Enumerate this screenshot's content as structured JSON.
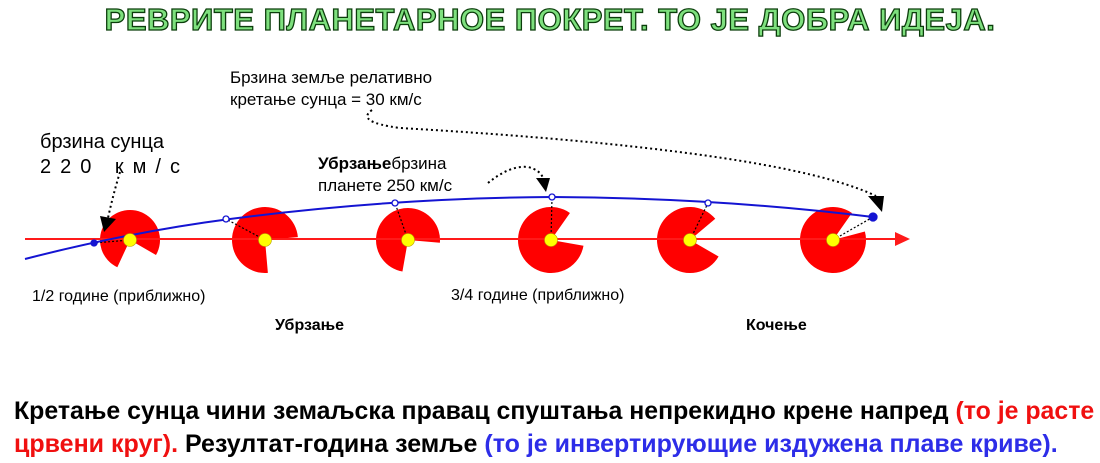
{
  "title": "РЕВРИТЕ ПЛАНЕТАРНОЕ ПОКРЕТ. ТО ЈЕ ДОБРА ИДЕЈА.",
  "labels": {
    "sun_speed_line1": "брзина сунца",
    "sun_speed_line2": "220 км/с",
    "earth_relative_line1": "Брзина земље релативно",
    "earth_relative_line2": "кретање сунца = 30 км/с",
    "planet_speed_bold": "Убрзање",
    "planet_speed_rest": "брзина",
    "planet_speed_line2": "планете 250 км/с",
    "half_year": "1/2 године (приближно)",
    "three_quarter_year": "3/4 године (приближно)",
    "acceleration": "Убрзање",
    "braking": "Кочење"
  },
  "caption": {
    "line1_black": "Кретање сунца чини земаљска правац спуштања непрекидно крене напред ",
    "line1_red": "(то је расте",
    "line2_red": "црвени круг).",
    "line2_black": " Резултат-година земље ",
    "line2_blue": "(то је инвертирующие издужена плаве криве)."
  },
  "colors": {
    "sun_path": "#ff1a1a",
    "earth_path": "#1414d2",
    "sun": "#ffff00",
    "orbit_disc": "#ff0000",
    "title_fill": "#7ee07e",
    "title_stroke": "#0b3d0b"
  }
}
